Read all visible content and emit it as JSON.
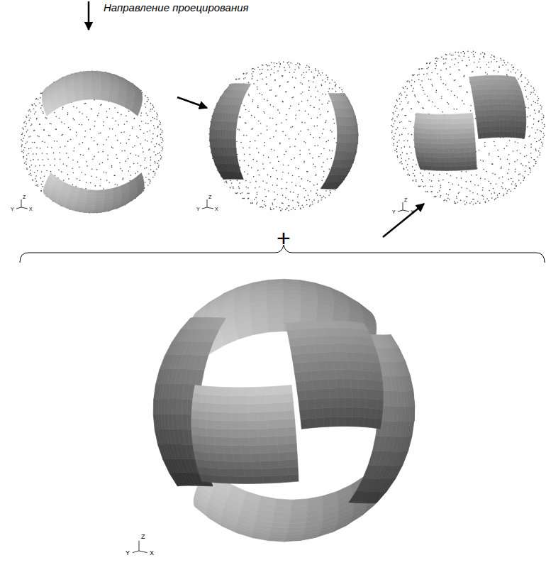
{
  "diagram": {
    "labels": [
      "Направление проецирования",
      "Z",
      "Y",
      "X",
      "Z",
      "Y",
      "X",
      "Z",
      "Y",
      "X",
      "+",
      "Z",
      "Y",
      "X"
    ]
  }
}
